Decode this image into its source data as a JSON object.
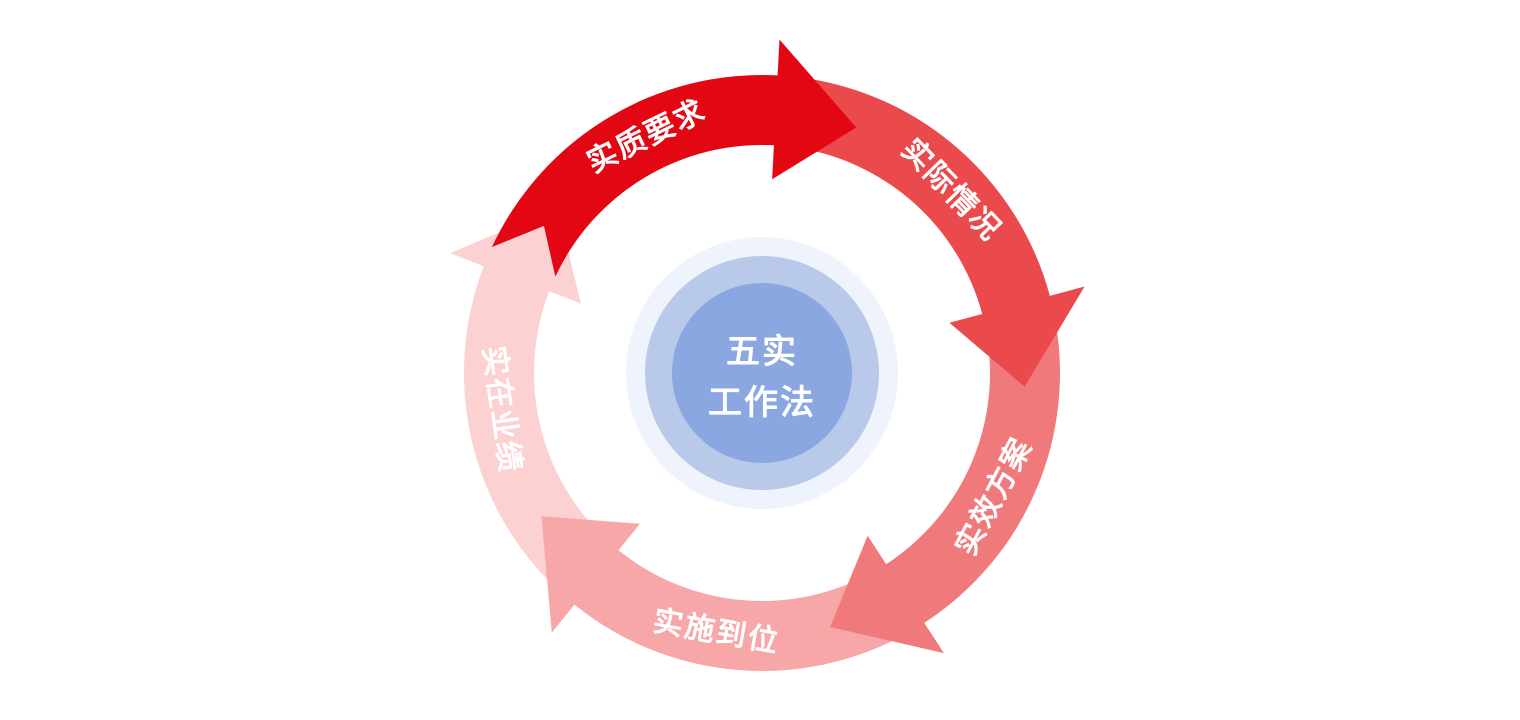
{
  "center": {
    "line1": "五实",
    "line2": "工作法"
  },
  "segments": [
    {
      "label": "实质要求",
      "color": "#e30613"
    },
    {
      "label": "实际情况",
      "color": "#eb4a4d"
    },
    {
      "label": "实效方案",
      "color": "#f07a7b"
    },
    {
      "label": "实施到位",
      "color": "#f7a7a8"
    },
    {
      "label": "实在业绩",
      "color": "#fbd1d2"
    }
  ],
  "center_colors": {
    "outer_halo": "#eef3fc",
    "middle_ring": "#b9c9ea",
    "inner_circle": "#8aa7e1"
  }
}
